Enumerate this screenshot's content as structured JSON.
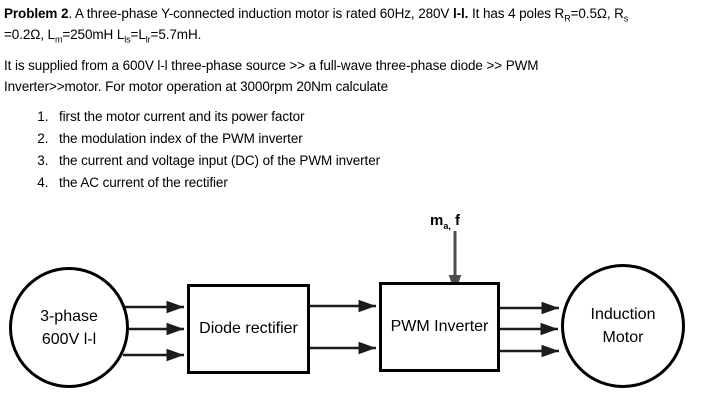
{
  "colors": {
    "text": "#000000",
    "arrow": "#1c1c1c",
    "control_arrow": "#4d4d4d",
    "background": "#ffffff"
  },
  "paragraphs": {
    "problem": [
      {
        "t": "Problem 2",
        "b": true
      },
      {
        "t": ". A three-phase Y-connected induction motor is rated 60Hz, 280V "
      },
      {
        "t": "l-l.",
        "b": true
      },
      {
        "t": " It has 4 poles R"
      },
      {
        "t": "R",
        "sub": true
      },
      {
        "t": "=0.5Ω, R"
      },
      {
        "t": "s",
        "sub": true
      },
      {
        "br": true
      },
      {
        "t": "=0.2Ω, L"
      },
      {
        "t": "m",
        "sub": true
      },
      {
        "t": "=250mH L"
      },
      {
        "t": "ls",
        "sub": true
      },
      {
        "t": "=L"
      },
      {
        "t": "lr",
        "sub": true
      },
      {
        "t": "=5.7mH."
      }
    ],
    "supply": [
      {
        "t": "It is supplied from a 600V l-l three-phase source >> a full-wave three-phase diode >> PWM"
      },
      {
        "br": true
      },
      {
        "t": "Inverter>>motor. For motor operation at 3000rpm 20Nm calculate"
      }
    ]
  },
  "questions": [
    "first the motor current and its power factor",
    "the modulation index of the PWM inverter",
    "the current and voltage input (DC) of the PWM inverter",
    "the AC current of the rectifier"
  ],
  "diagram": {
    "source": {
      "line1": "3-phase",
      "line2": "600V l-l"
    },
    "rectifier_label": "Diode rectifier",
    "inverter_label": "PWM Inverter",
    "motor": {
      "line1": "Induction",
      "line2": "Motor"
    },
    "control_label": [
      {
        "t": "m",
        "b": true
      },
      {
        "t": "a,",
        "b": true,
        "sub": true
      },
      {
        "t": " f",
        "b": true
      }
    ]
  }
}
